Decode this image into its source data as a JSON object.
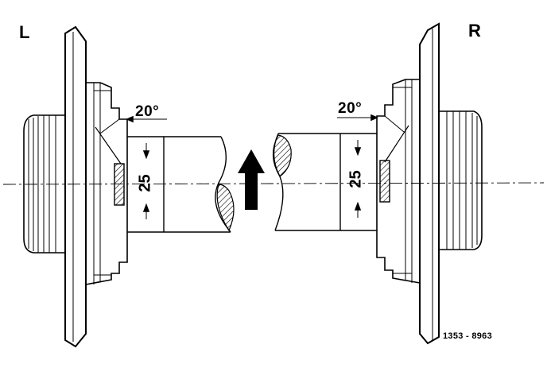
{
  "labels": {
    "left_side": "L",
    "right_side": "R",
    "angle_left": "20°",
    "angle_right": "20°",
    "dimension_left": "25",
    "dimension_right": "25",
    "reference_code": "1353 - 8963"
  }
}
